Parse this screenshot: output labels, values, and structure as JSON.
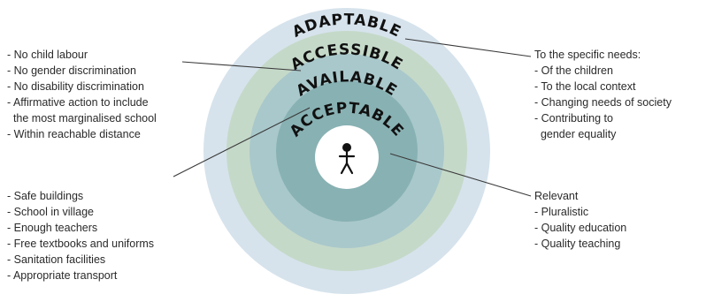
{
  "rings": {
    "adaptable": {
      "label": "ADAPTABLE",
      "color": "#d6e3ec"
    },
    "accessible": {
      "label": "ACCESSIBLE",
      "color": "#c5d9c9"
    },
    "available": {
      "label": "AVAILABLE",
      "color": "#a9c8cb"
    },
    "acceptable": {
      "label": "ACCEPTABLE",
      "color": "#88b1b3"
    },
    "center": {
      "color": "#ffffff",
      "icon": "child-figure-icon"
    }
  },
  "notes": {
    "top_left": [
      "- No child labour",
      "- No gender discrimination",
      "- No disability discrimination",
      "- Affirmative action to include",
      "  the most marginalised school",
      "- Within reachable distance"
    ],
    "bottom_left": [
      "- Safe buildings",
      "- School in village",
      "- Enough teachers",
      "- Free textbooks and uniforms",
      "- Sanitation facilities",
      "- Appropriate transport"
    ],
    "top_right": [
      "To the specific needs:",
      "- Of the children",
      "- To the local context",
      "- Changing needs of society",
      "- Contributing to",
      "  gender equality"
    ],
    "bottom_right": [
      "Relevant",
      "- Pluralistic",
      "- Quality education",
      "- Quality teaching"
    ]
  },
  "colors": {
    "line": "#3a3a3a",
    "text": "#2a2a2a"
  }
}
